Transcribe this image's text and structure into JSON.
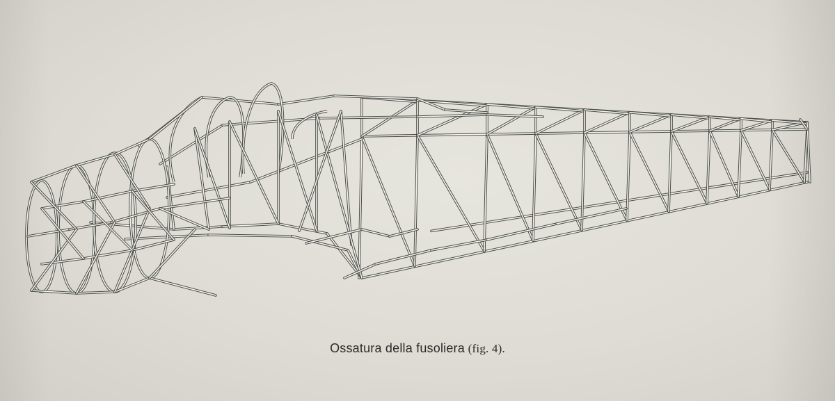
{
  "figure": {
    "subject": "fuselage-frame-drawing"
  },
  "caption": {
    "main": "Ossatura della fusoliera",
    "ref": "(fig. 4)."
  },
  "colors": {
    "paper": "#dfded7",
    "tube": "#f4f4ef",
    "tube_shadow": "#4c4c48",
    "caption_text": "#2a2a28"
  }
}
